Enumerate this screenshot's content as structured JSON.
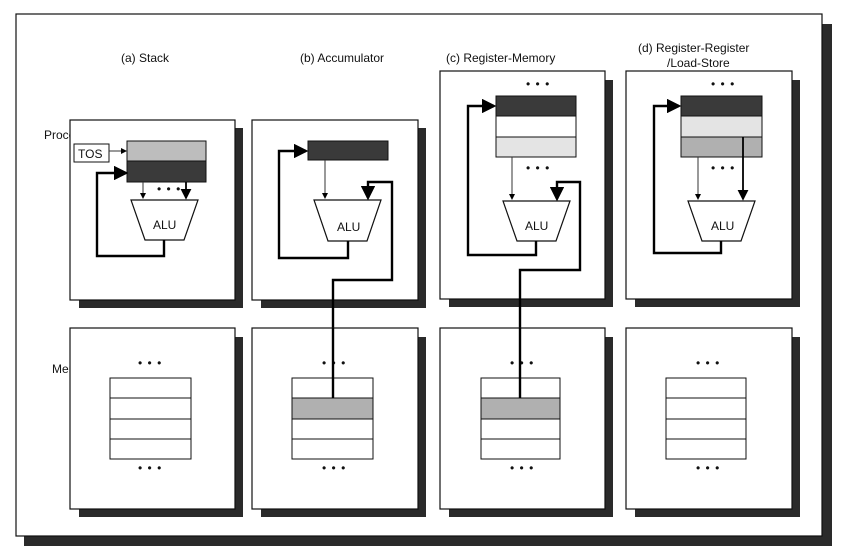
{
  "labels": {
    "stack": "(a)  Stack",
    "accumulator": "(b)  Accumulator",
    "register_memory": "(c)  Register-Memory",
    "register_register_line1": "(d)  Register-Register",
    "register_register_line2": "/Load-Store",
    "processor": "Processor",
    "memory": "Memory",
    "tos": "TOS",
    "alu": "ALU",
    "ellipsis": "• • •"
  },
  "colors": {
    "dark_register": "#3a3a3a",
    "light_register": "#bdbdbd",
    "lighter_register": "#e4e4e4",
    "highlight_memory": "#b0b0b0",
    "shadow": "#2a2a2a",
    "line": "#000000"
  }
}
